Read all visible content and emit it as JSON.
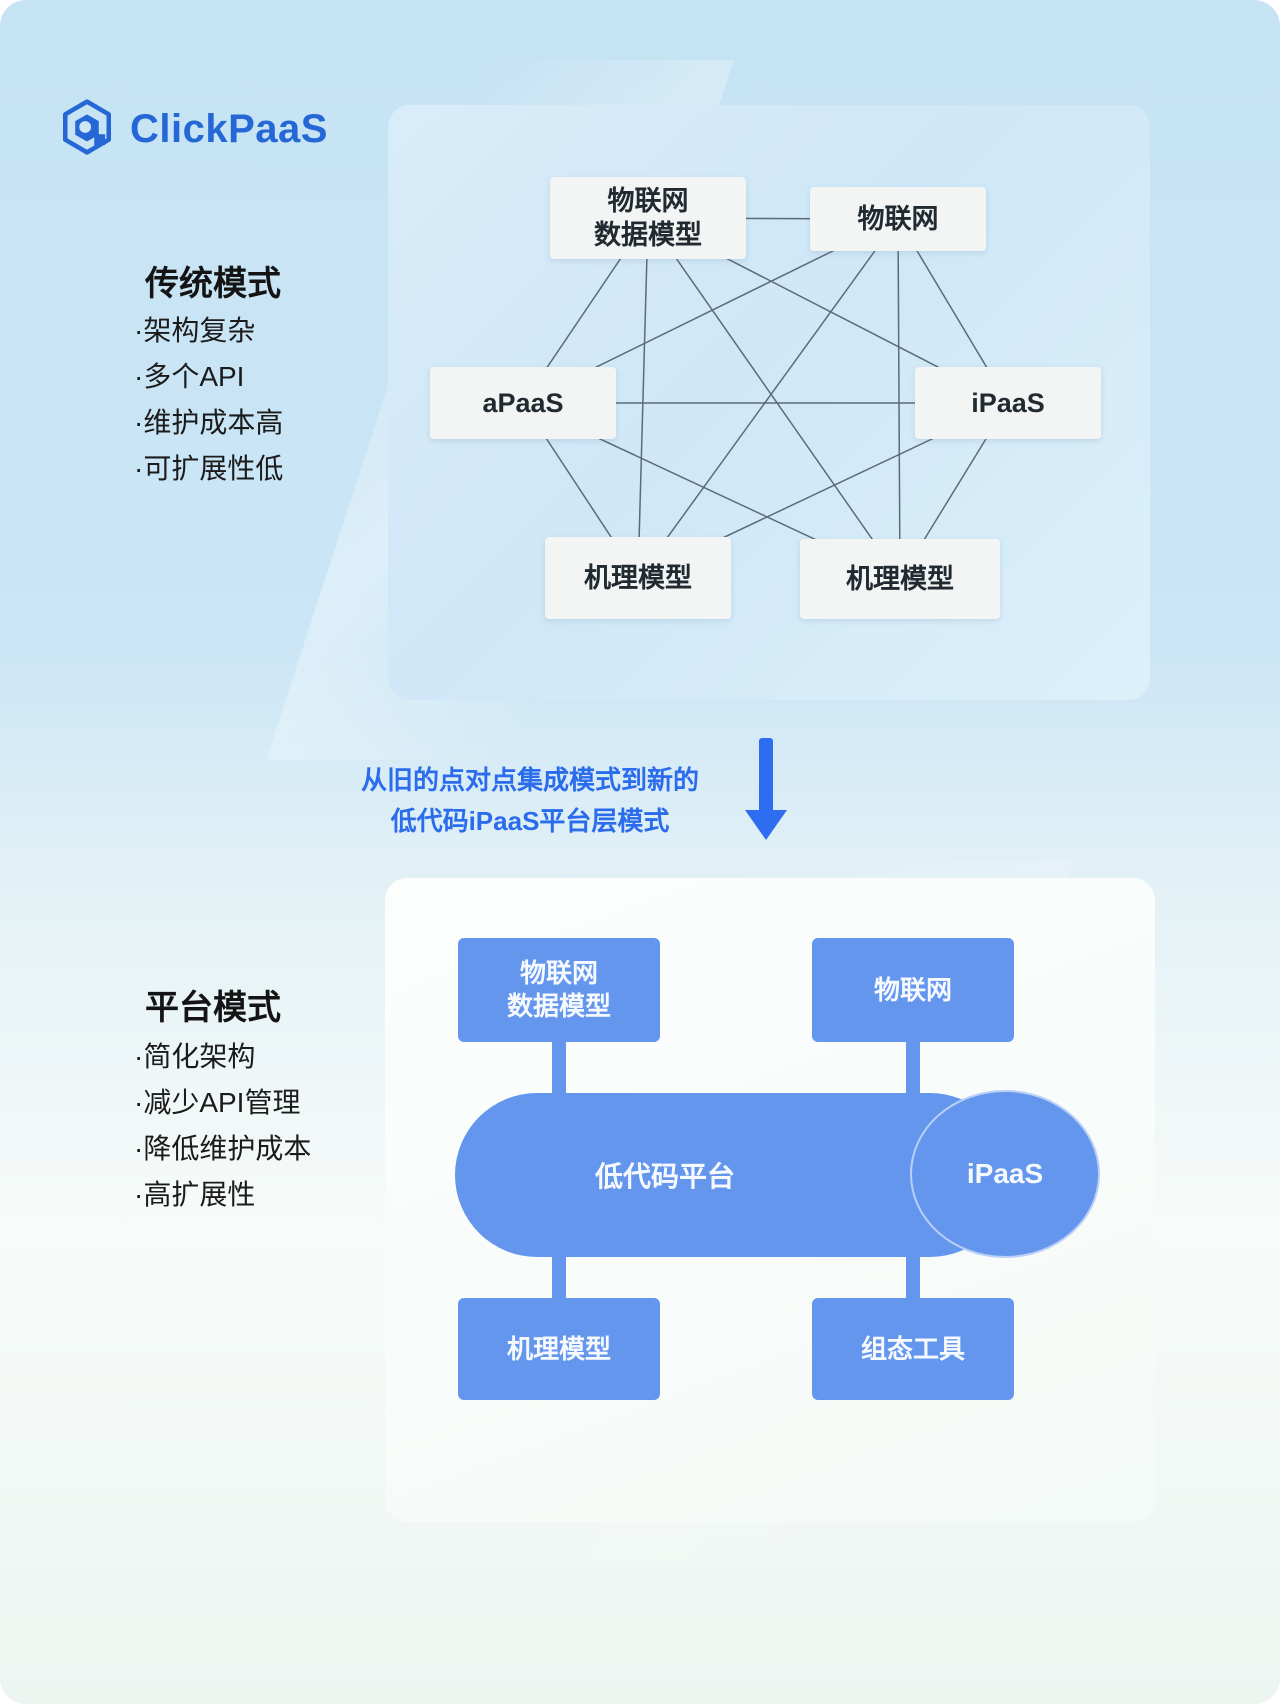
{
  "logo": {
    "text": "ClickPaaS"
  },
  "traditional": {
    "title": "传统模式",
    "bullets": [
      "·架构复杂",
      "·多个API",
      "·维护成本高",
      "·可扩展性低"
    ]
  },
  "transition": {
    "line1": "从旧的点对点集成模式到新的",
    "line2": "低代码iPaaS平台层模式"
  },
  "platform": {
    "title": "平台模式",
    "bullets": [
      "·简化架构",
      "·减少API管理",
      "·降低维护成本",
      "·高扩展性"
    ]
  },
  "diagram_top": {
    "nodes": [
      {
        "id": "iot-data-model",
        "label": "物联网\n数据模型"
      },
      {
        "id": "iot",
        "label": "物联网"
      },
      {
        "id": "apaas",
        "label": "aPaaS"
      },
      {
        "id": "ipaas",
        "label": "iPaaS"
      },
      {
        "id": "mech-left",
        "label": "机理模型"
      },
      {
        "id": "mech-right",
        "label": "机理模型"
      }
    ],
    "edges": [
      [
        "iot-data-model",
        "iot"
      ],
      [
        "iot-data-model",
        "apaas"
      ],
      [
        "iot-data-model",
        "ipaas"
      ],
      [
        "iot-data-model",
        "mech-left"
      ],
      [
        "iot-data-model",
        "mech-right"
      ],
      [
        "iot",
        "apaas"
      ],
      [
        "iot",
        "ipaas"
      ],
      [
        "iot",
        "mech-left"
      ],
      [
        "iot",
        "mech-right"
      ],
      [
        "apaas",
        "ipaas"
      ],
      [
        "apaas",
        "mech-left"
      ],
      [
        "apaas",
        "mech-right"
      ],
      [
        "ipaas",
        "mech-left"
      ],
      [
        "ipaas",
        "mech-right"
      ]
    ]
  },
  "diagram_bottom": {
    "nodes": {
      "iot_data_model": "物联网\n数据模型",
      "iot": "物联网",
      "platform": "低代码平台",
      "ipaas": "iPaaS",
      "mechanism": "机理模型",
      "config_tool": "组态工具"
    }
  },
  "colors": {
    "brand_blue": "#2667d6",
    "accent_blue": "#2e6cf0",
    "node_blue": "#6496ee",
    "edge_line": "#5b6b78"
  }
}
